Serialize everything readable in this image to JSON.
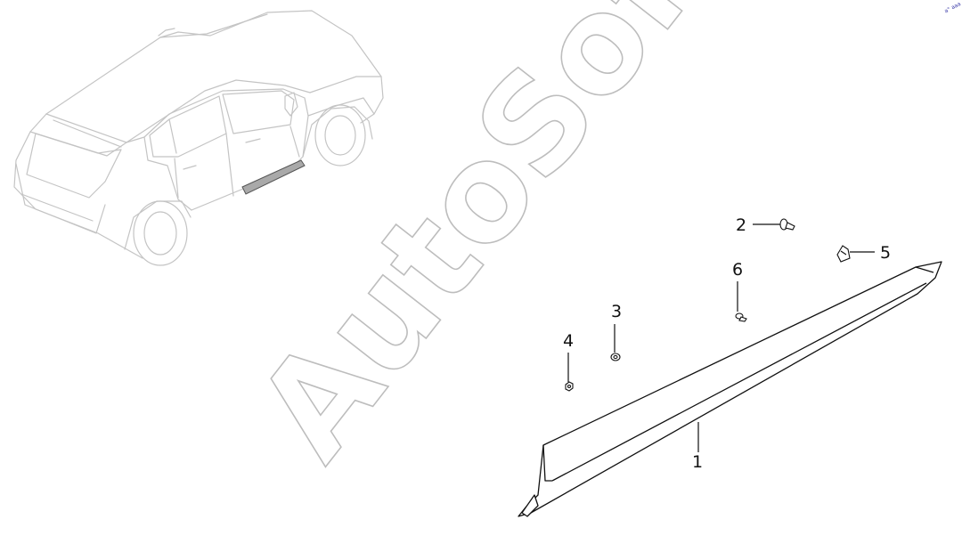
{
  "watermark": {
    "text": "AutoSoft"
  },
  "corner_mark": {
    "text": "a° aaa"
  },
  "callouts": [
    {
      "number": "1",
      "part": "side sill moulding"
    },
    {
      "number": "2",
      "part": "screw"
    },
    {
      "number": "3",
      "part": "washer"
    },
    {
      "number": "4",
      "part": "nut"
    },
    {
      "number": "5",
      "part": "clip"
    },
    {
      "number": "6",
      "part": "fastener clip"
    }
  ],
  "colors": {
    "car_outline": "#c4c4c4",
    "part_outline": "#111111",
    "highlight_fill": "#a9a9a9",
    "watermark_stroke": "#bdbdbd"
  }
}
